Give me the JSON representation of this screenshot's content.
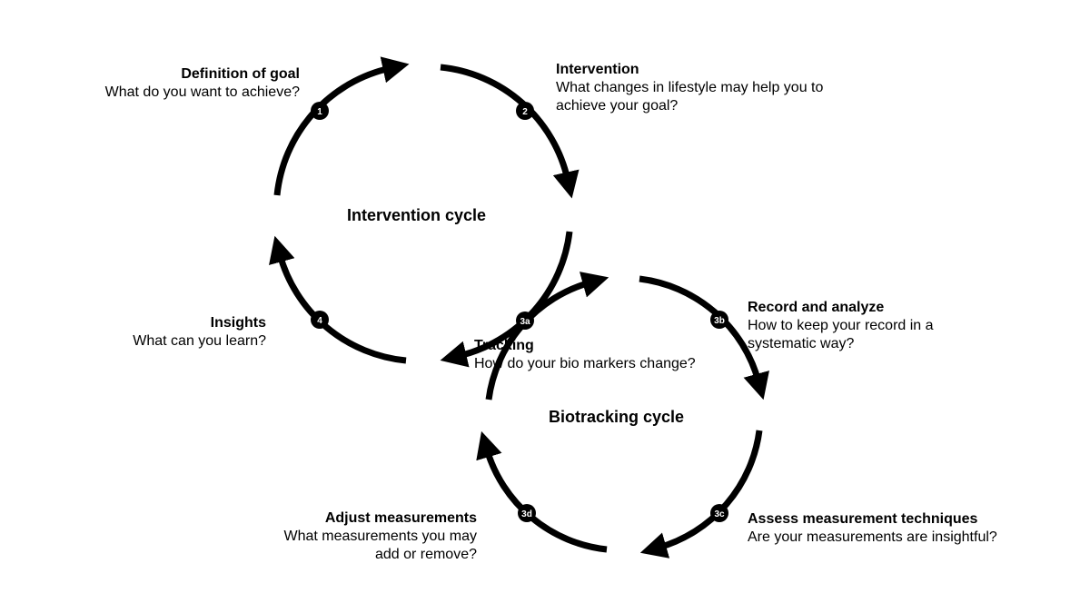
{
  "cycles": {
    "intervention": {
      "title": "Intervention cycle"
    },
    "biotracking": {
      "title": "Biotracking cycle"
    }
  },
  "steps": {
    "goal": {
      "badge": "1",
      "title": "Definition of goal",
      "desc": "What do you want to achieve?"
    },
    "intervention": {
      "badge": "2",
      "title": "Intervention",
      "desc": [
        "What changes in lifestyle may help you to",
        "achieve your goal?"
      ]
    },
    "tracking": {
      "badge": "3a",
      "title": "Tracking",
      "desc": "How do your bio markers change?"
    },
    "record": {
      "badge": "3b",
      "title": "Record and analyze",
      "desc": [
        "How to keep your record in a",
        "systematic way?"
      ]
    },
    "assess": {
      "badge": "3c",
      "title": "Assess measurement techniques",
      "desc": "Are your measurements are insightful?"
    },
    "adjust": {
      "badge": "3d",
      "title": "Adjust measurements",
      "desc": [
        "What measurements you may",
        "add or remove?"
      ]
    },
    "insights": {
      "badge": "4",
      "title": "Insights",
      "desc": "What can you learn?"
    }
  },
  "colors": {
    "stroke": "#000000",
    "badge_text": "#ffffff",
    "background": "#ffffff"
  }
}
